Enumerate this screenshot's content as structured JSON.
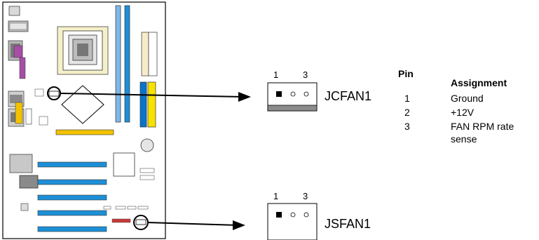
{
  "connectors": [
    {
      "name": "JCFAN1",
      "pin_first": "1",
      "pin_last": "3"
    },
    {
      "name": "JSFAN1",
      "pin_first": "1",
      "pin_last": "3"
    }
  ],
  "pin_table": {
    "headers": {
      "pin": "Pin",
      "assignment": "Assignment"
    },
    "rows": [
      {
        "pin": "1",
        "assignment": "Ground"
      },
      {
        "pin": "2",
        "assignment": "+12V"
      },
      {
        "pin": "3",
        "assignment": "FAN RPM rate",
        "assignment_cont": "sense"
      }
    ]
  },
  "colors": {
    "slot_blue": "#1d8fd6",
    "slot_light_blue": "#7fb8e8",
    "agp_yellow": "#f2c200",
    "ide_yellow": "#f7e200",
    "ide_blue": "#0a74c9",
    "serial_purple": "#a64da6",
    "port_gray": "#bdbdbd",
    "connector_gray": "#8c8c8c"
  }
}
